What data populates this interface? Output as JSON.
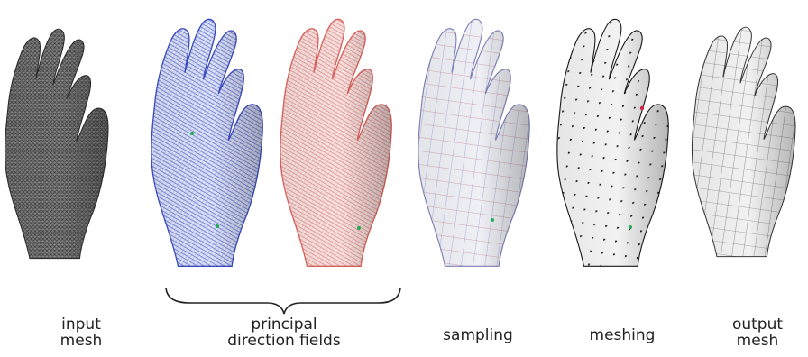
{
  "figure": {
    "stages": [
      {
        "id": "input-mesh",
        "label": "input\nmesh",
        "style": "dense-triangle-mesh",
        "color": "#5a5a5a"
      },
      {
        "id": "direction-field-1",
        "label": "",
        "style": "hatched-field",
        "color": "#3a4bc0"
      },
      {
        "id": "direction-field-2",
        "label": "",
        "style": "hatched-field",
        "color": "#d9605a"
      },
      {
        "id": "sampling",
        "label": "sampling",
        "style": "curve-network",
        "color": "#b9bccc"
      },
      {
        "id": "meshing",
        "label": "meshing",
        "style": "sample-points",
        "color": "#1a1a1a"
      },
      {
        "id": "output-mesh",
        "label": "output\nmesh",
        "style": "quad-mesh",
        "color": "#d8d8d8"
      }
    ],
    "group_label": "principal\ndirection fields",
    "accent_colors": {
      "sample_point": "#22aa55",
      "singular_point": "#cc2244"
    }
  }
}
